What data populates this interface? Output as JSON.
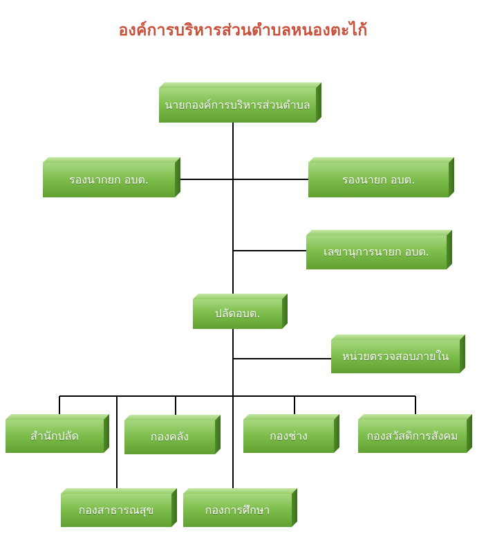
{
  "title": "องค์การบริหารส่วนตำบลหนองตะไก้",
  "nodes": {
    "mayor": "นายกองค์การบริหารส่วนตำบล",
    "deputy_left": "รองนากยก อบต.",
    "deputy_right": "รองนายก อบต.",
    "secretary": "เลขานุการนายก อบต.",
    "palad": "ปลัดอบต.",
    "internal_audit": "หน่วยตรวจสอบภายใน",
    "palad_office": "สำนักปลัด",
    "finance": "กองคลัง",
    "engineering": "กองช่าง",
    "welfare": "กองสวัสดิการสังคม",
    "public_health": "กองสาธารณสุข",
    "education": "กองการศึกษา"
  }
}
